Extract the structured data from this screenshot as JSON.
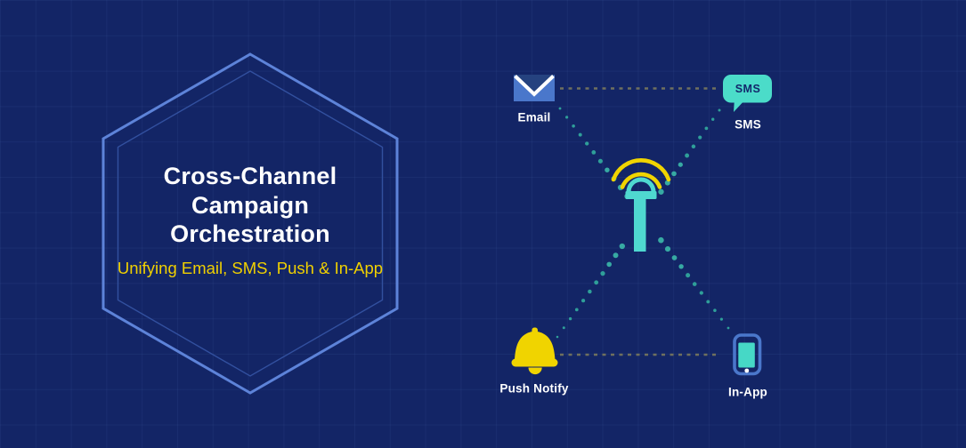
{
  "hexagon": {
    "title_lines": [
      "Cross-Channel",
      "Campaign",
      "Orchestration"
    ],
    "subtitle": "Unifying Email, SMS, Push & In-App"
  },
  "channels": {
    "email": {
      "label": "Email"
    },
    "sms": {
      "label": "SMS",
      "bubble_text": "SMS"
    },
    "push": {
      "label": "Push Notify"
    },
    "inapp": {
      "label": "In-App"
    }
  },
  "colors": {
    "background_navy": "#132566",
    "hex_border_blue": "#5d83d9",
    "title_white": "#ffffff",
    "accent_yellow": "#f0d400",
    "teal": "#4bdcc9",
    "icon_blue": "#4a77cb",
    "dot_teal": "#2f9f99",
    "dash_olive": "#6f705e",
    "bubble_text_navy": "#13276b"
  }
}
